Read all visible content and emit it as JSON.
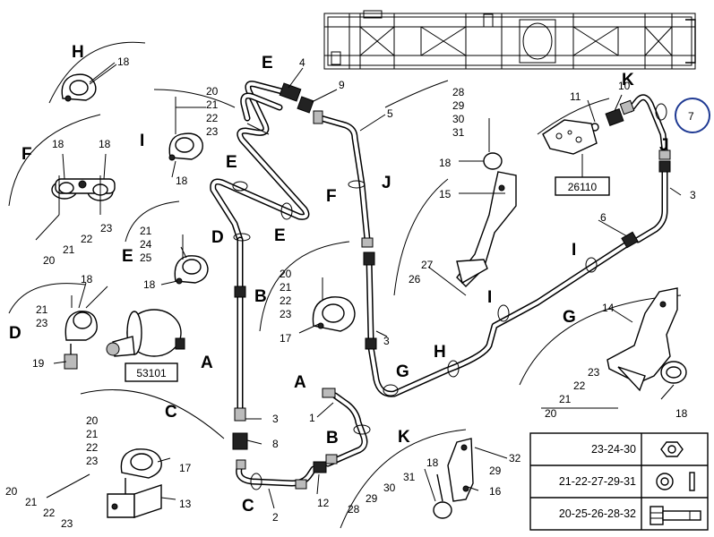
{
  "sections": {
    "H": "H",
    "I": "I",
    "F": "F",
    "E": "E",
    "D": "D",
    "C": "C",
    "A": "A",
    "B": "B",
    "G": "G",
    "J": "J",
    "K": "K"
  },
  "parts": {
    "p1": "1",
    "p2": "2",
    "p3": "3",
    "p4": "4",
    "p5": "5",
    "p6": "6",
    "p7": "7",
    "p8": "8",
    "p9": "9",
    "p10": "10",
    "p11": "11",
    "p12": "12",
    "p13": "13",
    "p14": "14",
    "p15": "15",
    "p16": "16",
    "p17": "17",
    "p18": "18",
    "p19": "19",
    "p20": "20",
    "p21": "21",
    "p22": "22",
    "p23": "23",
    "p24": "24",
    "p25": "25",
    "p26": "26",
    "p27": "27",
    "p28": "28",
    "p29": "29",
    "p30": "30",
    "p31": "31",
    "p32": "32"
  },
  "refs": {
    "r53101": "53101",
    "r26110": "26110"
  },
  "legend": [
    {
      "codes": "23-24-30",
      "icon": "hex-nut-icon"
    },
    {
      "codes": "21-22-27-29-31",
      "icon": "washer-icon"
    },
    {
      "codes": "20-25-26-28-32",
      "icon": "hex-bolt-icon"
    }
  ],
  "highlight_color": "#1f3a93"
}
